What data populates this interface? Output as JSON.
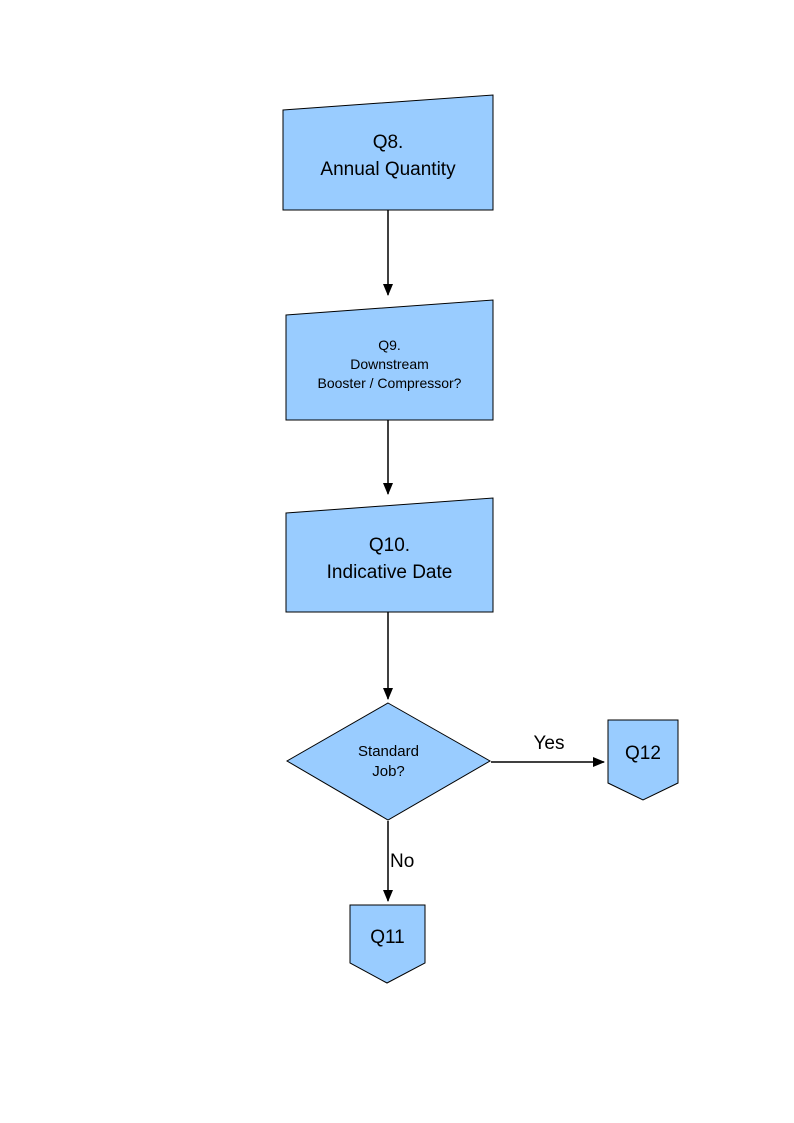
{
  "nodes": {
    "q8": {
      "shape": "manual-input",
      "l1": "Q8.",
      "l2": "Annual Quantity"
    },
    "q9": {
      "shape": "manual-input",
      "l1": "Q9.",
      "l2": "Downstream",
      "l3": "Booster / Compressor?"
    },
    "q10": {
      "shape": "manual-input",
      "l1": "Q10.",
      "l2": "Indicative Date"
    },
    "decision": {
      "shape": "decision",
      "l1": "Standard",
      "l2": "Job?"
    },
    "q12": {
      "shape": "off-page-connector",
      "label": "Q12"
    },
    "q11": {
      "shape": "off-page-connector",
      "label": "Q11"
    }
  },
  "edges": {
    "yes": "Yes",
    "no": "No"
  },
  "colors": {
    "node_fill": "#99CCFF",
    "node_border": "#000000",
    "arrow": "#000000",
    "background": "#FFFFFF"
  }
}
